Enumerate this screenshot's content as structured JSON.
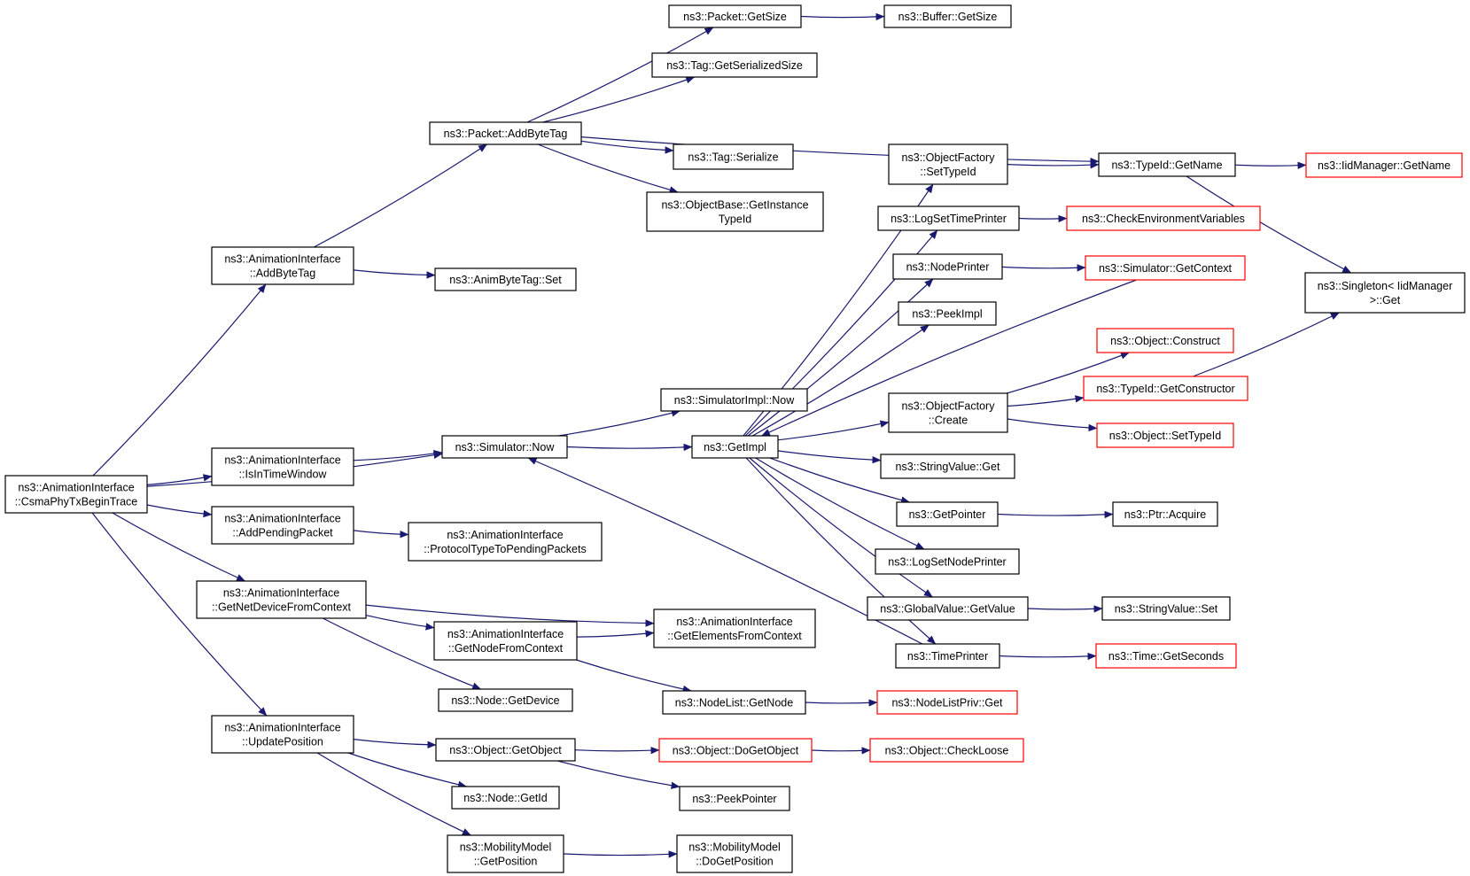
{
  "style": {
    "edge_color": "#191970",
    "root_fill": "#bfbfbf",
    "node_stroke": "#000000",
    "truncated_stroke": "#ff0000"
  },
  "nodes": [
    {
      "id": "root",
      "lines": [
        "ns3::AnimationInterface",
        "::CsmaPhyTxBeginTrace"
      ],
      "kind": "root"
    },
    {
      "id": "addbytetag_ai",
      "lines": [
        "ns3::AnimationInterface",
        "::AddByteTag"
      ],
      "kind": "normal"
    },
    {
      "id": "isintimewindow",
      "lines": [
        "ns3::AnimationInterface",
        "::IsInTimeWindow"
      ],
      "kind": "normal"
    },
    {
      "id": "addpendingpacket",
      "lines": [
        "ns3::AnimationInterface",
        "::AddPendingPacket"
      ],
      "kind": "normal"
    },
    {
      "id": "getnetdevicefromcontext",
      "lines": [
        "ns3::AnimationInterface",
        "::GetNetDeviceFromContext"
      ],
      "kind": "normal"
    },
    {
      "id": "updateposition",
      "lines": [
        "ns3::AnimationInterface",
        "::UpdatePosition"
      ],
      "kind": "normal"
    },
    {
      "id": "packet_addbytetag",
      "lines": [
        "ns3::Packet::AddByteTag"
      ],
      "kind": "normal"
    },
    {
      "id": "animbytetag_set",
      "lines": [
        "ns3::AnimByteTag::Set"
      ],
      "kind": "normal"
    },
    {
      "id": "simulator_now",
      "lines": [
        "ns3::Simulator::Now"
      ],
      "kind": "normal"
    },
    {
      "id": "protocoltype",
      "lines": [
        "ns3::AnimationInterface",
        "::ProtocolTypeToPendingPackets"
      ],
      "kind": "normal"
    },
    {
      "id": "getnodefromcontext",
      "lines": [
        "ns3::AnimationInterface",
        "::GetNodeFromContext"
      ],
      "kind": "normal"
    },
    {
      "id": "node_getdevice",
      "lines": [
        "ns3::Node::GetDevice"
      ],
      "kind": "normal"
    },
    {
      "id": "object_getobject",
      "lines": [
        "ns3::Object::GetObject"
      ],
      "kind": "normal"
    },
    {
      "id": "node_getid",
      "lines": [
        "ns3::Node::GetId"
      ],
      "kind": "normal"
    },
    {
      "id": "mobility_getposition",
      "lines": [
        "ns3::MobilityModel",
        "::GetPosition"
      ],
      "kind": "normal"
    },
    {
      "id": "packet_getsize",
      "lines": [
        "ns3::Packet::GetSize"
      ],
      "kind": "normal"
    },
    {
      "id": "tag_getserializedsize",
      "lines": [
        "ns3::Tag::GetSerializedSize"
      ],
      "kind": "normal"
    },
    {
      "id": "tag_serialize",
      "lines": [
        "ns3::Tag::Serialize"
      ],
      "kind": "normal"
    },
    {
      "id": "objectbase_getinstancetypeid",
      "lines": [
        "ns3::ObjectBase::GetInstance",
        "TypeId"
      ],
      "kind": "normal"
    },
    {
      "id": "simulatorimpl_now",
      "lines": [
        "ns3::SimulatorImpl::Now"
      ],
      "kind": "normal"
    },
    {
      "id": "getimpl",
      "lines": [
        "ns3::GetImpl"
      ],
      "kind": "normal"
    },
    {
      "id": "getelementsfromcontext",
      "lines": [
        "ns3::AnimationInterface",
        "::GetElementsFromContext"
      ],
      "kind": "normal"
    },
    {
      "id": "nodelist_getnode",
      "lines": [
        "ns3::NodeList::GetNode"
      ],
      "kind": "normal"
    },
    {
      "id": "object_dogetobject",
      "lines": [
        "ns3::Object::DoGetObject"
      ],
      "kind": "truncated"
    },
    {
      "id": "peekpointer",
      "lines": [
        "ns3::PeekPointer"
      ],
      "kind": "normal"
    },
    {
      "id": "mobility_dogetposition",
      "lines": [
        "ns3::MobilityModel",
        "::DoGetPosition"
      ],
      "kind": "normal"
    },
    {
      "id": "buffer_getsize",
      "lines": [
        "ns3::Buffer::GetSize"
      ],
      "kind": "normal"
    },
    {
      "id": "objectfactory_settypeid",
      "lines": [
        "ns3::ObjectFactory",
        "::SetTypeId"
      ],
      "kind": "normal"
    },
    {
      "id": "logsettimeprinter",
      "lines": [
        "ns3::LogSetTimePrinter"
      ],
      "kind": "normal"
    },
    {
      "id": "nodeprinter",
      "lines": [
        "ns3::NodePrinter"
      ],
      "kind": "normal"
    },
    {
      "id": "peekimpl",
      "lines": [
        "ns3::PeekImpl"
      ],
      "kind": "normal"
    },
    {
      "id": "objectfactory_create",
      "lines": [
        "ns3::ObjectFactory",
        "::Create"
      ],
      "kind": "normal"
    },
    {
      "id": "stringvalue_get",
      "lines": [
        "ns3::StringValue::Get"
      ],
      "kind": "normal"
    },
    {
      "id": "getpointer",
      "lines": [
        "ns3::GetPointer"
      ],
      "kind": "normal"
    },
    {
      "id": "logsetnodeprinter",
      "lines": [
        "ns3::LogSetNodePrinter"
      ],
      "kind": "normal"
    },
    {
      "id": "globalvalue_getvalue",
      "lines": [
        "ns3::GlobalValue::GetValue"
      ],
      "kind": "normal"
    },
    {
      "id": "timeprinter",
      "lines": [
        "ns3::TimePrinter"
      ],
      "kind": "normal"
    },
    {
      "id": "nodelistpriv_get",
      "lines": [
        "ns3::NodeListPriv::Get"
      ],
      "kind": "truncated"
    },
    {
      "id": "object_checkloose",
      "lines": [
        "ns3::Object::CheckLoose"
      ],
      "kind": "truncated"
    },
    {
      "id": "typeid_getname",
      "lines": [
        "ns3::TypeId::GetName"
      ],
      "kind": "normal"
    },
    {
      "id": "checkenvironmentvariables",
      "lines": [
        "ns3::CheckEnvironmentVariables"
      ],
      "kind": "truncated"
    },
    {
      "id": "simulator_getcontext",
      "lines": [
        "ns3::Simulator::GetContext"
      ],
      "kind": "truncated"
    },
    {
      "id": "object_construct",
      "lines": [
        "ns3::Object::Construct"
      ],
      "kind": "truncated"
    },
    {
      "id": "typeid_getconstructor",
      "lines": [
        "ns3::TypeId::GetConstructor"
      ],
      "kind": "truncated"
    },
    {
      "id": "object_settypeid",
      "lines": [
        "ns3::Object::SetTypeId"
      ],
      "kind": "truncated"
    },
    {
      "id": "ptr_acquire",
      "lines": [
        "ns3::Ptr::Acquire"
      ],
      "kind": "normal"
    },
    {
      "id": "stringvalue_set",
      "lines": [
        "ns3::StringValue::Set"
      ],
      "kind": "normal"
    },
    {
      "id": "time_getseconds",
      "lines": [
        "ns3::Time::GetSeconds"
      ],
      "kind": "truncated"
    },
    {
      "id": "iidmanager_getname",
      "lines": [
        "ns3::IidManager::GetName"
      ],
      "kind": "truncated"
    },
    {
      "id": "singleton_get",
      "lines": [
        "ns3::Singleton< IidManager",
        " >::Get"
      ],
      "kind": "normal"
    }
  ],
  "edges": [
    {
      "from": "root",
      "to": "addbytetag_ai"
    },
    {
      "from": "root",
      "to": "simulator_now"
    },
    {
      "from": "root",
      "to": "isintimewindow"
    },
    {
      "from": "root",
      "to": "addpendingpacket"
    },
    {
      "from": "root",
      "to": "getnetdevicefromcontext"
    },
    {
      "from": "root",
      "to": "updateposition"
    },
    {
      "from": "addbytetag_ai",
      "to": "packet_addbytetag"
    },
    {
      "from": "addbytetag_ai",
      "to": "animbytetag_set"
    },
    {
      "from": "isintimewindow",
      "to": "simulator_now"
    },
    {
      "from": "addpendingpacket",
      "to": "protocoltype"
    },
    {
      "from": "getnetdevicefromcontext",
      "to": "getelementsfromcontext"
    },
    {
      "from": "getnetdevicefromcontext",
      "to": "getnodefromcontext"
    },
    {
      "from": "getnetdevicefromcontext",
      "to": "node_getdevice"
    },
    {
      "from": "getnodefromcontext",
      "to": "getelementsfromcontext"
    },
    {
      "from": "getnodefromcontext",
      "to": "nodelist_getnode"
    },
    {
      "from": "updateposition",
      "to": "object_getobject"
    },
    {
      "from": "updateposition",
      "to": "node_getid"
    },
    {
      "from": "updateposition",
      "to": "mobility_getposition"
    },
    {
      "from": "packet_addbytetag",
      "to": "packet_getsize"
    },
    {
      "from": "packet_addbytetag",
      "to": "tag_getserializedsize"
    },
    {
      "from": "packet_addbytetag",
      "to": "typeid_getname"
    },
    {
      "from": "packet_addbytetag",
      "to": "tag_serialize"
    },
    {
      "from": "packet_addbytetag",
      "to": "objectbase_getinstancetypeid"
    },
    {
      "from": "packet_getsize",
      "to": "buffer_getsize"
    },
    {
      "from": "simulator_now",
      "to": "simulatorimpl_now"
    },
    {
      "from": "simulator_now",
      "to": "getimpl"
    },
    {
      "from": "object_getobject",
      "to": "object_dogetobject"
    },
    {
      "from": "object_getobject",
      "to": "peekpointer"
    },
    {
      "from": "object_dogetobject",
      "to": "object_checkloose"
    },
    {
      "from": "mobility_getposition",
      "to": "mobility_dogetposition"
    },
    {
      "from": "nodelist_getnode",
      "to": "nodelistpriv_get"
    },
    {
      "from": "getimpl",
      "to": "objectfactory_settypeid"
    },
    {
      "from": "getimpl",
      "to": "logsettimeprinter"
    },
    {
      "from": "getimpl",
      "to": "nodeprinter"
    },
    {
      "from": "getimpl",
      "to": "peekimpl"
    },
    {
      "from": "getimpl",
      "to": "objectfactory_create"
    },
    {
      "from": "getimpl",
      "to": "stringvalue_get"
    },
    {
      "from": "getimpl",
      "to": "getpointer"
    },
    {
      "from": "getimpl",
      "to": "logsetnodeprinter"
    },
    {
      "from": "getimpl",
      "to": "globalvalue_getvalue"
    },
    {
      "from": "getimpl",
      "to": "timeprinter"
    },
    {
      "from": "simulator_getcontext",
      "to": "getimpl"
    },
    {
      "from": "timeprinter",
      "to": "simulator_now"
    },
    {
      "from": "objectfactory_settypeid",
      "to": "typeid_getname"
    },
    {
      "from": "logsettimeprinter",
      "to": "checkenvironmentvariables"
    },
    {
      "from": "nodeprinter",
      "to": "simulator_getcontext"
    },
    {
      "from": "objectfactory_create",
      "to": "object_construct"
    },
    {
      "from": "objectfactory_create",
      "to": "typeid_getconstructor"
    },
    {
      "from": "objectfactory_create",
      "to": "object_settypeid"
    },
    {
      "from": "getpointer",
      "to": "ptr_acquire"
    },
    {
      "from": "globalvalue_getvalue",
      "to": "stringvalue_set"
    },
    {
      "from": "timeprinter",
      "to": "time_getseconds"
    },
    {
      "from": "typeid_getname",
      "to": "iidmanager_getname"
    },
    {
      "from": "typeid_getname",
      "to": "singleton_get"
    },
    {
      "from": "typeid_getconstructor",
      "to": "singleton_get"
    }
  ]
}
